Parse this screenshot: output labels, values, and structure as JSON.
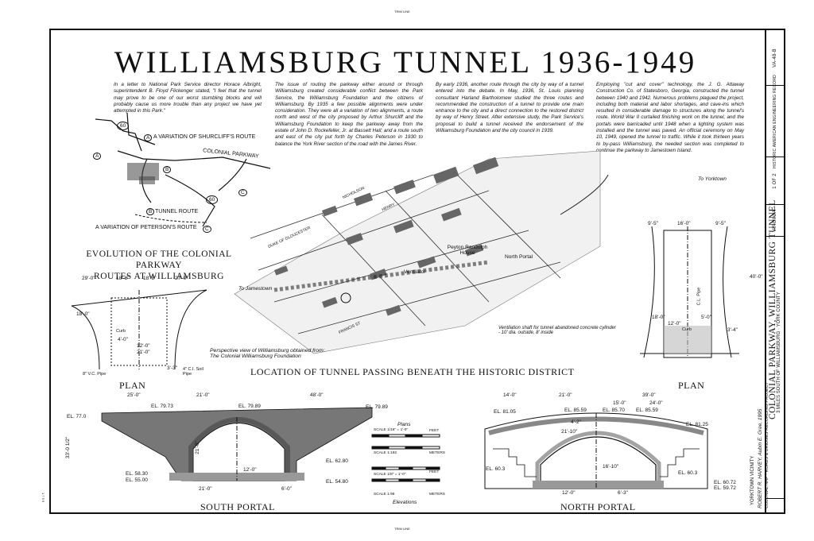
{
  "title": "WILLIAMSBURG TUNNEL 1936-1949",
  "margin": {
    "top_note": "TRIM LINE",
    "bottom_note": "TRIM LINE",
    "left_note": "1 7 5 5"
  },
  "paragraphs": [
    "In a letter to National Park Service director Horace Albright, superintendent B. Floyd Flickenger stated, \"I feel that the tunnel may prove to be one of our worst stumbling blocks and will probably cause us more trouble than any project we have yet attempted in this Park.\"",
    "The issue of routing the parkway either around or through Williamsburg created considerable conflict between the Park Service, the Williamsburg Foundation and the citizens of Williamsburg. By 1935 a few possible alignments were under consideration. They were all a variation of two alignments, a route north and west of the city proposed by Arthur Shurcliff and the Williamsburg Foundation to keep the parkway away from the estate of John D. Rockefeller, Jr. at Bassett Hall; and a route south and east of the city put forth by Charles Peterson in 1930 to balance the York River section of the road with the James River.",
    "By early 1936, another route through the city by way of a tunnel entered into the debate. In May, 1936, St. Louis planning consultant Harland Bartholomew studied the three routes and recommended the construction of a tunnel to provide one main entrance to the city and a direct connection to the restored district by way of Henry Street. After extensive study, the Park Service's proposal to build a tunnel received the endorsement of the Williamsburg Foundation and the city council in 1939.",
    "Employing \"cut and cover\" technology, the J. G. Attaway Construction Co. of Statesboro, Georgia, constructed the tunnel between 1940 and 1942. Numerous problems plagued the project, including both material and labor shortages, and cave-ins which resulted in considerable damage to structures along the tunnel's route. World War II curtailed finishing work on the tunnel, and the portals were barricaded until 1948 when a lighting system was installed and the tunnel was paved. An official ceremony on May 10, 1949, opened the tunnel to traffic. While it took thirteen years to by-pass Williamsburg, the needed section was completed to continue the parkway to Jamestown Island."
  ],
  "route_map": {
    "labels": {
      "a_shurcliff": "A VARIATION OF SHURCLIFF'S ROUTE",
      "colonial_parkway": "COLONIAL PARKWAY",
      "tunnel_route": "TUNNEL ROUTE",
      "a_peterson": "A VARIATION OF PETERSON'S ROUTE",
      "route_60_a": "60",
      "route_60_b": "60"
    },
    "markers": [
      "A",
      "A",
      "B",
      "B",
      "C",
      "C"
    ],
    "caption": [
      "EVOLUTION OF THE COLONIAL PARKWAY",
      "ROUTES AT WILLIAMSBURG"
    ]
  },
  "perspective": {
    "labels": {
      "to_jamestown": "To Jamestown",
      "to_yorktown": "To Yorktown",
      "peyton_randolph": "Peyton Randolph House",
      "north_portal": "North Portal",
      "ventilator": "Ventilator",
      "vent_note": "Ventilation shaft for tunnel abandoned concrete cylinder - 10' dia. outside, 8' inside",
      "street_duke": "DUKE OF GLOUCESTER",
      "street_francis": "FRANCIS ST",
      "street_henry": "HENRY",
      "street_nicholson": "NICHOLSON"
    },
    "credit": [
      "Perspective view of Williamsburg obtained from:",
      "The Colonial Williamsburg Foundation"
    ],
    "caption": "LOCATION OF TUNNEL PASSING BENEATH THE HISTORIC DISTRICT"
  },
  "plans": {
    "left_caption": "PLAN",
    "right_caption": "PLAN",
    "left_dims": [
      "29'-0\"",
      "18'-8\"",
      "18'-8\"",
      "27'-0\"",
      "18'-0\"",
      "4'-0\"",
      "12'-0\"",
      "21'-0\"",
      "3'-3\"",
      "8\" V.C. Pipe",
      "4\" C.I. Soil Pipe",
      "Curb"
    ],
    "right_dims": [
      "9'-5\"",
      "16'-0\"",
      "9'-5\"",
      "40'-0\"",
      "18'-0\"",
      "12'-0\"",
      "5'-0\"",
      "3'-4\"",
      "Curb",
      "C.L. Pipe"
    ]
  },
  "south_portal": {
    "caption": "SOUTH PORTAL",
    "dims": [
      "25'-0\"",
      "21'-0\"",
      "48'-0\"",
      "21'-0\"",
      "12'-0\"",
      "6'-0\"",
      "33'-0 1/2\"",
      "21'-0\""
    ],
    "elevations": [
      "EL. 79.73",
      "EL. 79.89",
      "EL. 79.89",
      "EL. 77.0",
      "EL. 62.80",
      "EL. 58.30",
      "EL. 55.00",
      "EL. 54.80"
    ]
  },
  "north_portal": {
    "caption": "NORTH PORTAL",
    "dims": [
      "14'-0\"",
      "21'-0\"",
      "39'-0\"",
      "15'-0\"",
      "24'-0\"",
      "4'-2\"",
      "21'-10\"",
      "16'-10\"",
      "12'-0\"",
      "6'-3\""
    ],
    "elevations": [
      "EL. 81.05",
      "EL. 85.59",
      "EL. 85.70",
      "EL. 85.59",
      "EL. 81.25",
      "EL. 60.3",
      "EL. 60.3",
      "EL. 60.72",
      "EL. 59.72"
    ]
  },
  "scales": {
    "caption_top": "Plans",
    "caption_bottom": "Elevations",
    "rows": [
      {
        "label": "SCALE  1/16\" = 1'-0\"",
        "ticks": [
          "0",
          "8",
          "16",
          "24",
          "32",
          "40"
        ],
        "unit": "FEET"
      },
      {
        "label": "SCALE  1:192",
        "ticks": [
          "0",
          "2",
          "4",
          "6",
          "8"
        ],
        "unit": "METERS"
      },
      {
        "label": "SCALE  1/8\" = 1'-0\"",
        "ticks": [
          "0",
          "4",
          "8",
          "12",
          "16",
          "20"
        ],
        "unit": "FEET"
      },
      {
        "label": "SCALE  1:96",
        "ticks": [
          "0",
          "1",
          "2",
          "3",
          "4",
          "5"
        ],
        "unit": "METERS"
      }
    ]
  },
  "title_block": {
    "main_title": "COLONIAL PARKWAY, WILLIAMSBURG TUNNEL",
    "subtitle": "3 MILES SOUTH OF WILLIAMSBURG  ·  YORK COUNTY",
    "state": "VIRGINIA",
    "vicinity": "YORKTOWN VICINITY",
    "delineated_by": "ROBERT R. HARVEY, Aubin E. Gree, 1995",
    "project": "COLONIAL NHP  ·  ROADS & BRIDGES RECORDING PROJECT",
    "survey": "HISTORIC AMERICAN ENGINEERING RECORD",
    "sheet_label": "SHEET",
    "sheet": "1 OF 2",
    "survey_no": "VA-48-B"
  }
}
